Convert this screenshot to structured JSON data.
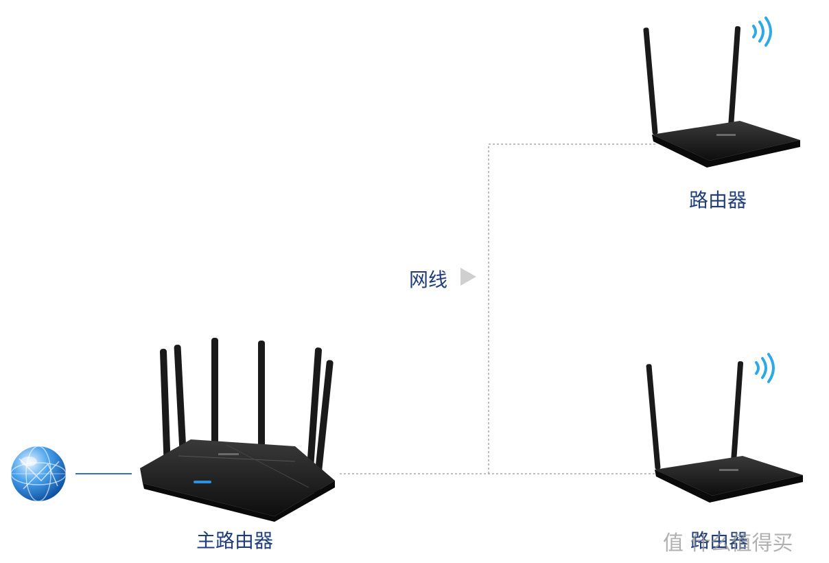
{
  "labels": {
    "main_router": "主路由器",
    "cable": "网线",
    "router_top": "路由器",
    "router_bottom": "路由器"
  },
  "watermark": "值 什么值得买",
  "colors": {
    "label": "#1e3d7a",
    "internet_line": "#2f6fc4",
    "dashed_line": "#9a9a9a",
    "wifi": "#2fa8e6",
    "router_body": "#141414",
    "arrow": "#cfcfcf"
  },
  "icons": [
    "globe-icon",
    "main-router-icon",
    "router-icon",
    "wifi-signal-icon",
    "arrow-right-icon"
  ]
}
